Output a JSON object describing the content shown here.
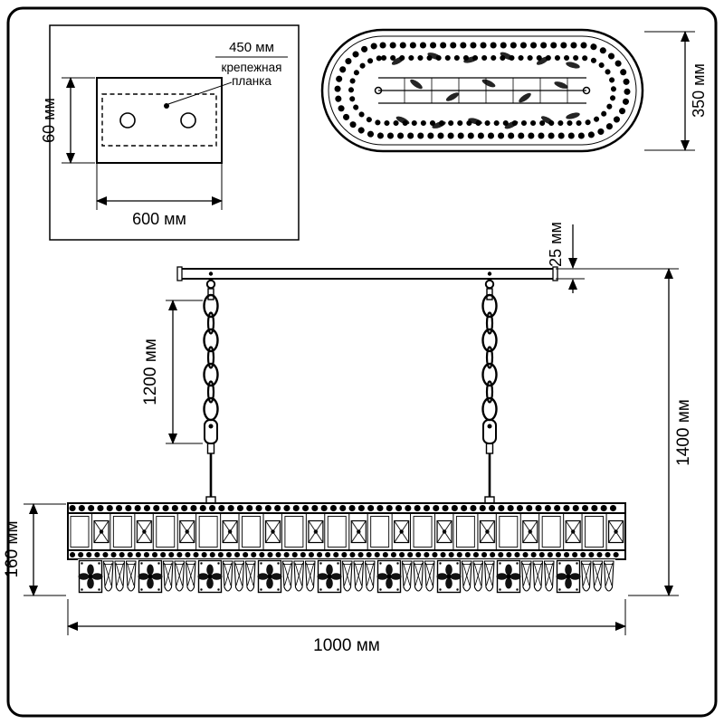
{
  "frame": {
    "background": "#ffffff",
    "line_color": "#000000"
  },
  "inset": {
    "leader_label": "450 мм",
    "leader_caption_line1": "крепежная",
    "leader_caption_line2": "планка",
    "height_label": "60 мм",
    "width_label": "600 мм"
  },
  "top_view": {
    "height_label": "350 мм"
  },
  "front_view": {
    "bar_thickness_label": "25 мм",
    "chain_length_label": "1200 мм",
    "total_height_label": "1400 мм",
    "body_height_label": "160 мм",
    "total_width_label": "1000 мм"
  }
}
